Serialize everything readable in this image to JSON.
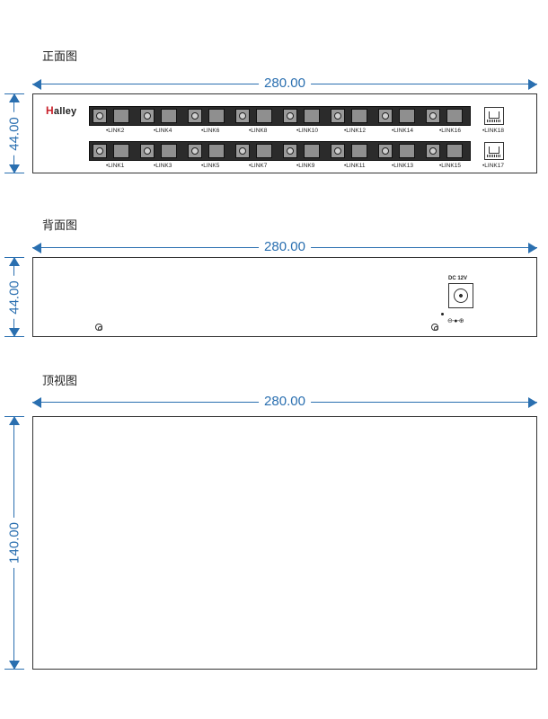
{
  "front": {
    "title": "正面图",
    "width_label": "280.00",
    "height_label": "44.00",
    "logo_first": "H",
    "logo_rest": "alley",
    "top_links": [
      "•LINK2",
      "•LINK4",
      "•LINK6",
      "•LINK8",
      "•LINK10",
      "•LINK12",
      "•LINK14",
      "•LINK16"
    ],
    "bottom_links": [
      "•LINK1",
      "•LINK3",
      "•LINK5",
      "•LINK7",
      "•LINK9",
      "•LINK11",
      "•LINK13",
      "•LINK15"
    ],
    "rj45_top": "•LINK18",
    "rj45_bottom": "•LINK17"
  },
  "back": {
    "title": "背面图",
    "width_label": "280.00",
    "height_label": "44.00",
    "dc_label": "DC 12V",
    "polarity": "⊖-●-⊕"
  },
  "top": {
    "title": "顶视图",
    "width_label": "280.00",
    "height_label": "140.00"
  }
}
